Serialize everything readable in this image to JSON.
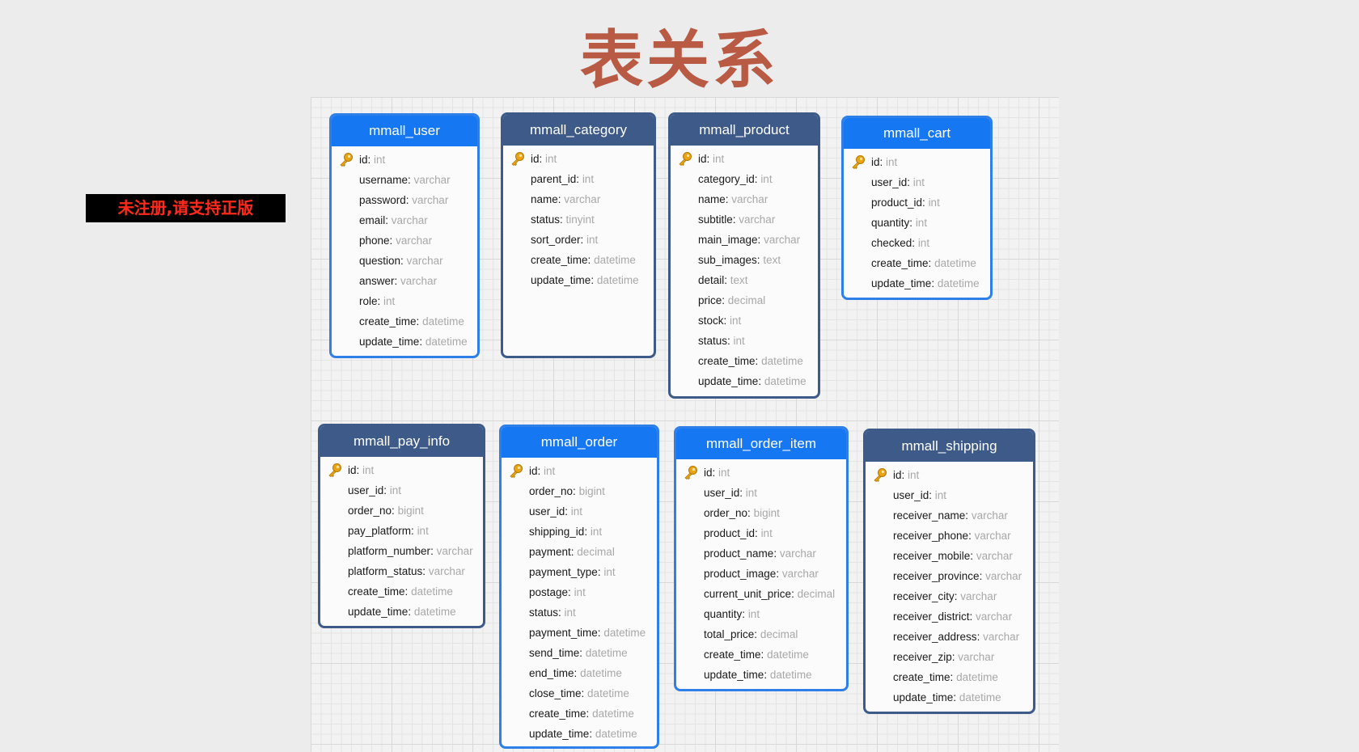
{
  "title": "表关系",
  "watermark": "未注册,请支持正版",
  "tables": [
    {
      "name": "mmall_user",
      "fields": [
        {
          "name": "id",
          "type": "int",
          "pk": true
        },
        {
          "name": "username",
          "type": "varchar"
        },
        {
          "name": "password",
          "type": "varchar"
        },
        {
          "name": "email",
          "type": "varchar"
        },
        {
          "name": "phone",
          "type": "varchar"
        },
        {
          "name": "question",
          "type": "varchar"
        },
        {
          "name": "answer",
          "type": "varchar"
        },
        {
          "name": "role",
          "type": "int"
        },
        {
          "name": "create_time",
          "type": "datetime"
        },
        {
          "name": "update_time",
          "type": "datetime"
        }
      ]
    },
    {
      "name": "mmall_category",
      "fields": [
        {
          "name": "id",
          "type": "int",
          "pk": true
        },
        {
          "name": "parent_id",
          "type": "int"
        },
        {
          "name": "name",
          "type": "varchar"
        },
        {
          "name": "status",
          "type": "tinyint"
        },
        {
          "name": "sort_order",
          "type": "int"
        },
        {
          "name": "create_time",
          "type": "datetime"
        },
        {
          "name": "update_time",
          "type": "datetime"
        }
      ]
    },
    {
      "name": "mmall_product",
      "fields": [
        {
          "name": "id",
          "type": "int",
          "pk": true
        },
        {
          "name": "category_id",
          "type": "int"
        },
        {
          "name": "name",
          "type": "varchar"
        },
        {
          "name": "subtitle",
          "type": "varchar"
        },
        {
          "name": "main_image",
          "type": "varchar"
        },
        {
          "name": "sub_images",
          "type": "text"
        },
        {
          "name": "detail",
          "type": "text"
        },
        {
          "name": "price",
          "type": "decimal"
        },
        {
          "name": "stock",
          "type": "int"
        },
        {
          "name": "status",
          "type": "int"
        },
        {
          "name": "create_time",
          "type": "datetime"
        },
        {
          "name": "update_time",
          "type": "datetime"
        }
      ]
    },
    {
      "name": "mmall_cart",
      "fields": [
        {
          "name": "id",
          "type": "int",
          "pk": true
        },
        {
          "name": "user_id",
          "type": "int"
        },
        {
          "name": "product_id",
          "type": "int"
        },
        {
          "name": "quantity",
          "type": "int"
        },
        {
          "name": "checked",
          "type": "int"
        },
        {
          "name": "create_time",
          "type": "datetime"
        },
        {
          "name": "update_time",
          "type": "datetime"
        }
      ]
    },
    {
      "name": "mmall_pay_info",
      "fields": [
        {
          "name": "id",
          "type": "int",
          "pk": true
        },
        {
          "name": "user_id",
          "type": "int"
        },
        {
          "name": "order_no",
          "type": "bigint"
        },
        {
          "name": "pay_platform",
          "type": "int"
        },
        {
          "name": "platform_number",
          "type": "varchar"
        },
        {
          "name": "platform_status",
          "type": "varchar"
        },
        {
          "name": "create_time",
          "type": "datetime"
        },
        {
          "name": "update_time",
          "type": "datetime"
        }
      ]
    },
    {
      "name": "mmall_order",
      "fields": [
        {
          "name": "id",
          "type": "int",
          "pk": true
        },
        {
          "name": "order_no",
          "type": "bigint"
        },
        {
          "name": "user_id",
          "type": "int"
        },
        {
          "name": "shipping_id",
          "type": "int"
        },
        {
          "name": "payment",
          "type": "decimal"
        },
        {
          "name": "payment_type",
          "type": "int"
        },
        {
          "name": "postage",
          "type": "int"
        },
        {
          "name": "status",
          "type": "int"
        },
        {
          "name": "payment_time",
          "type": "datetime"
        },
        {
          "name": "send_time",
          "type": "datetime"
        },
        {
          "name": "end_time",
          "type": "datetime"
        },
        {
          "name": "close_time",
          "type": "datetime"
        },
        {
          "name": "create_time",
          "type": "datetime"
        },
        {
          "name": "update_time",
          "type": "datetime"
        }
      ]
    },
    {
      "name": "mmall_order_item",
      "fields": [
        {
          "name": "id",
          "type": "int",
          "pk": true
        },
        {
          "name": "user_id",
          "type": "int"
        },
        {
          "name": "order_no",
          "type": "bigint"
        },
        {
          "name": "product_id",
          "type": "int"
        },
        {
          "name": "product_name",
          "type": "varchar"
        },
        {
          "name": "product_image",
          "type": "varchar"
        },
        {
          "name": "current_unit_price",
          "type": "decimal"
        },
        {
          "name": "quantity",
          "type": "int"
        },
        {
          "name": "total_price",
          "type": "decimal"
        },
        {
          "name": "create_time",
          "type": "datetime"
        },
        {
          "name": "update_time",
          "type": "datetime"
        }
      ]
    },
    {
      "name": "mmall_shipping",
      "fields": [
        {
          "name": "id",
          "type": "int",
          "pk": true
        },
        {
          "name": "user_id",
          "type": "int"
        },
        {
          "name": "receiver_name",
          "type": "varchar"
        },
        {
          "name": "receiver_phone",
          "type": "varchar"
        },
        {
          "name": "receiver_mobile",
          "type": "varchar"
        },
        {
          "name": "receiver_province",
          "type": "varchar"
        },
        {
          "name": "receiver_city",
          "type": "varchar"
        },
        {
          "name": "receiver_district",
          "type": "varchar"
        },
        {
          "name": "receiver_address",
          "type": "varchar"
        },
        {
          "name": "receiver_zip",
          "type": "varchar"
        },
        {
          "name": "create_time",
          "type": "datetime"
        },
        {
          "name": "update_time",
          "type": "datetime"
        }
      ]
    }
  ]
}
